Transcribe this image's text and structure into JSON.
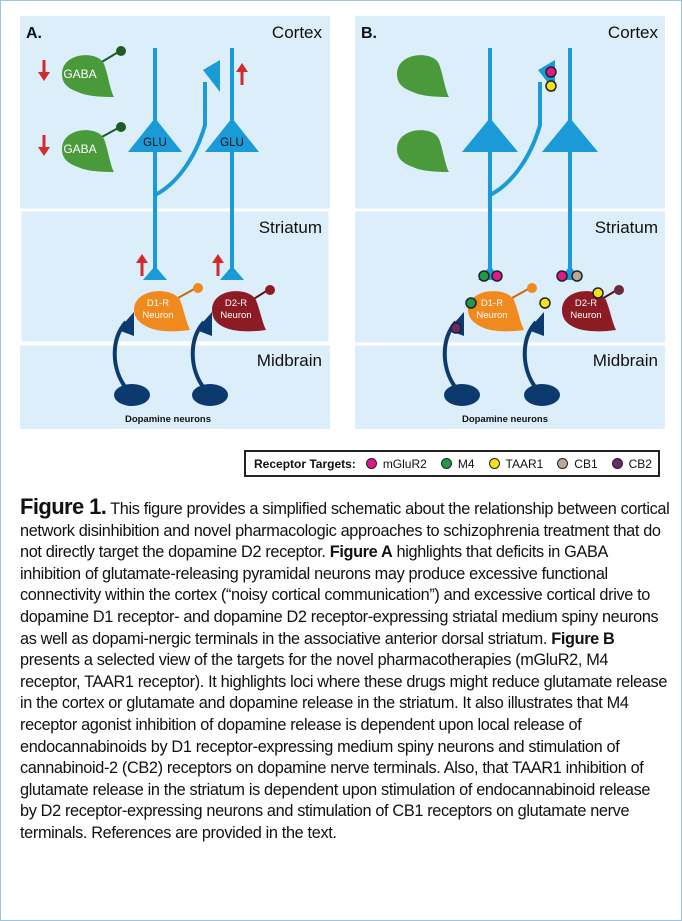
{
  "diagram": {
    "panel_a": {
      "label": "A.",
      "regions": [
        "Cortex",
        "Striatum",
        "Midbrain"
      ],
      "gaba_labels": [
        "GABA",
        "GABA"
      ],
      "glu_labels": [
        "GLU",
        "GLU"
      ],
      "d1_label": "D1-R\nNeuron",
      "d2_label": "D2-R\nNeuron",
      "dopamine_label": "Dopamine neurons"
    },
    "panel_b": {
      "label": "B.",
      "regions": [
        "Cortex",
        "Striatum",
        "Midbrain"
      ],
      "d1_label": "D1-R\nNeuron",
      "d2_label": "D2-R\nNeuron",
      "dopamine_label": "Dopamine neurons"
    },
    "colors": {
      "panel_bg": "#dbeef9",
      "axon_blue": "#1a9ad6",
      "gaba_green": "#4a9a3c",
      "d1_orange": "#f08a1e",
      "d2_red": "#8c1b24",
      "dopamine_navy": "#0d3a6e",
      "arrow_red": "#d22b2b"
    }
  },
  "legend": {
    "title": "Receptor Targets:",
    "items": [
      {
        "label": "mGluR2",
        "color": "#e0198a"
      },
      {
        "label": "M4",
        "color": "#1f9a48"
      },
      {
        "label": "TAAR1",
        "color": "#f3e21a"
      },
      {
        "label": "CB1",
        "color": "#b9a99a"
      },
      {
        "label": "CB2",
        "color": "#6b2a6e"
      }
    ]
  },
  "caption": {
    "figure_label": "Figure 1.",
    "intro": " This figure provides a simplified schematic about the relationship between cortical network disinhibition and novel pharmacologic approaches to schizophrenia treatment that do not directly target the dopamine D2 receptor. ",
    "fig_a_label": "Figure A",
    "fig_a_text": " highlights that deficits in GABA inhibition of glutamate-releasing pyramidal neurons may produce excessive functional connectivity within the cortex (“noisy cortical communication”) and excessive cortical drive to dopamine D1 receptor- and dopamine D2 receptor-expressing striatal medium spiny neurons as well as dopami-nergic terminals in the associative anterior dorsal striatum. ",
    "fig_b_label": "Figure B",
    "fig_b_text": " presents a selected view of the targets for the novel pharmacotherapies (mGluR2, M4 receptor, TAAR1 receptor). It highlights loci where these drugs might reduce glutamate release in the cortex or glutamate and dopamine release in the striatum. It also illustrates that M4 receptor agonist inhibition of dopamine release is dependent upon local release of endocannabinoids by D1 receptor-expressing medium spiny neurons and stimulation of cannabinoid-2 (CB2) receptors on dopamine nerve terminals. Also, that TAAR1 inhibition of glutamate release in the striatum is dependent upon stimulation of endocannabinoid release by D2 receptor-expressing neurons and stimulation of CB1 receptors on glutamate nerve terminals. References are provided in the text."
  }
}
